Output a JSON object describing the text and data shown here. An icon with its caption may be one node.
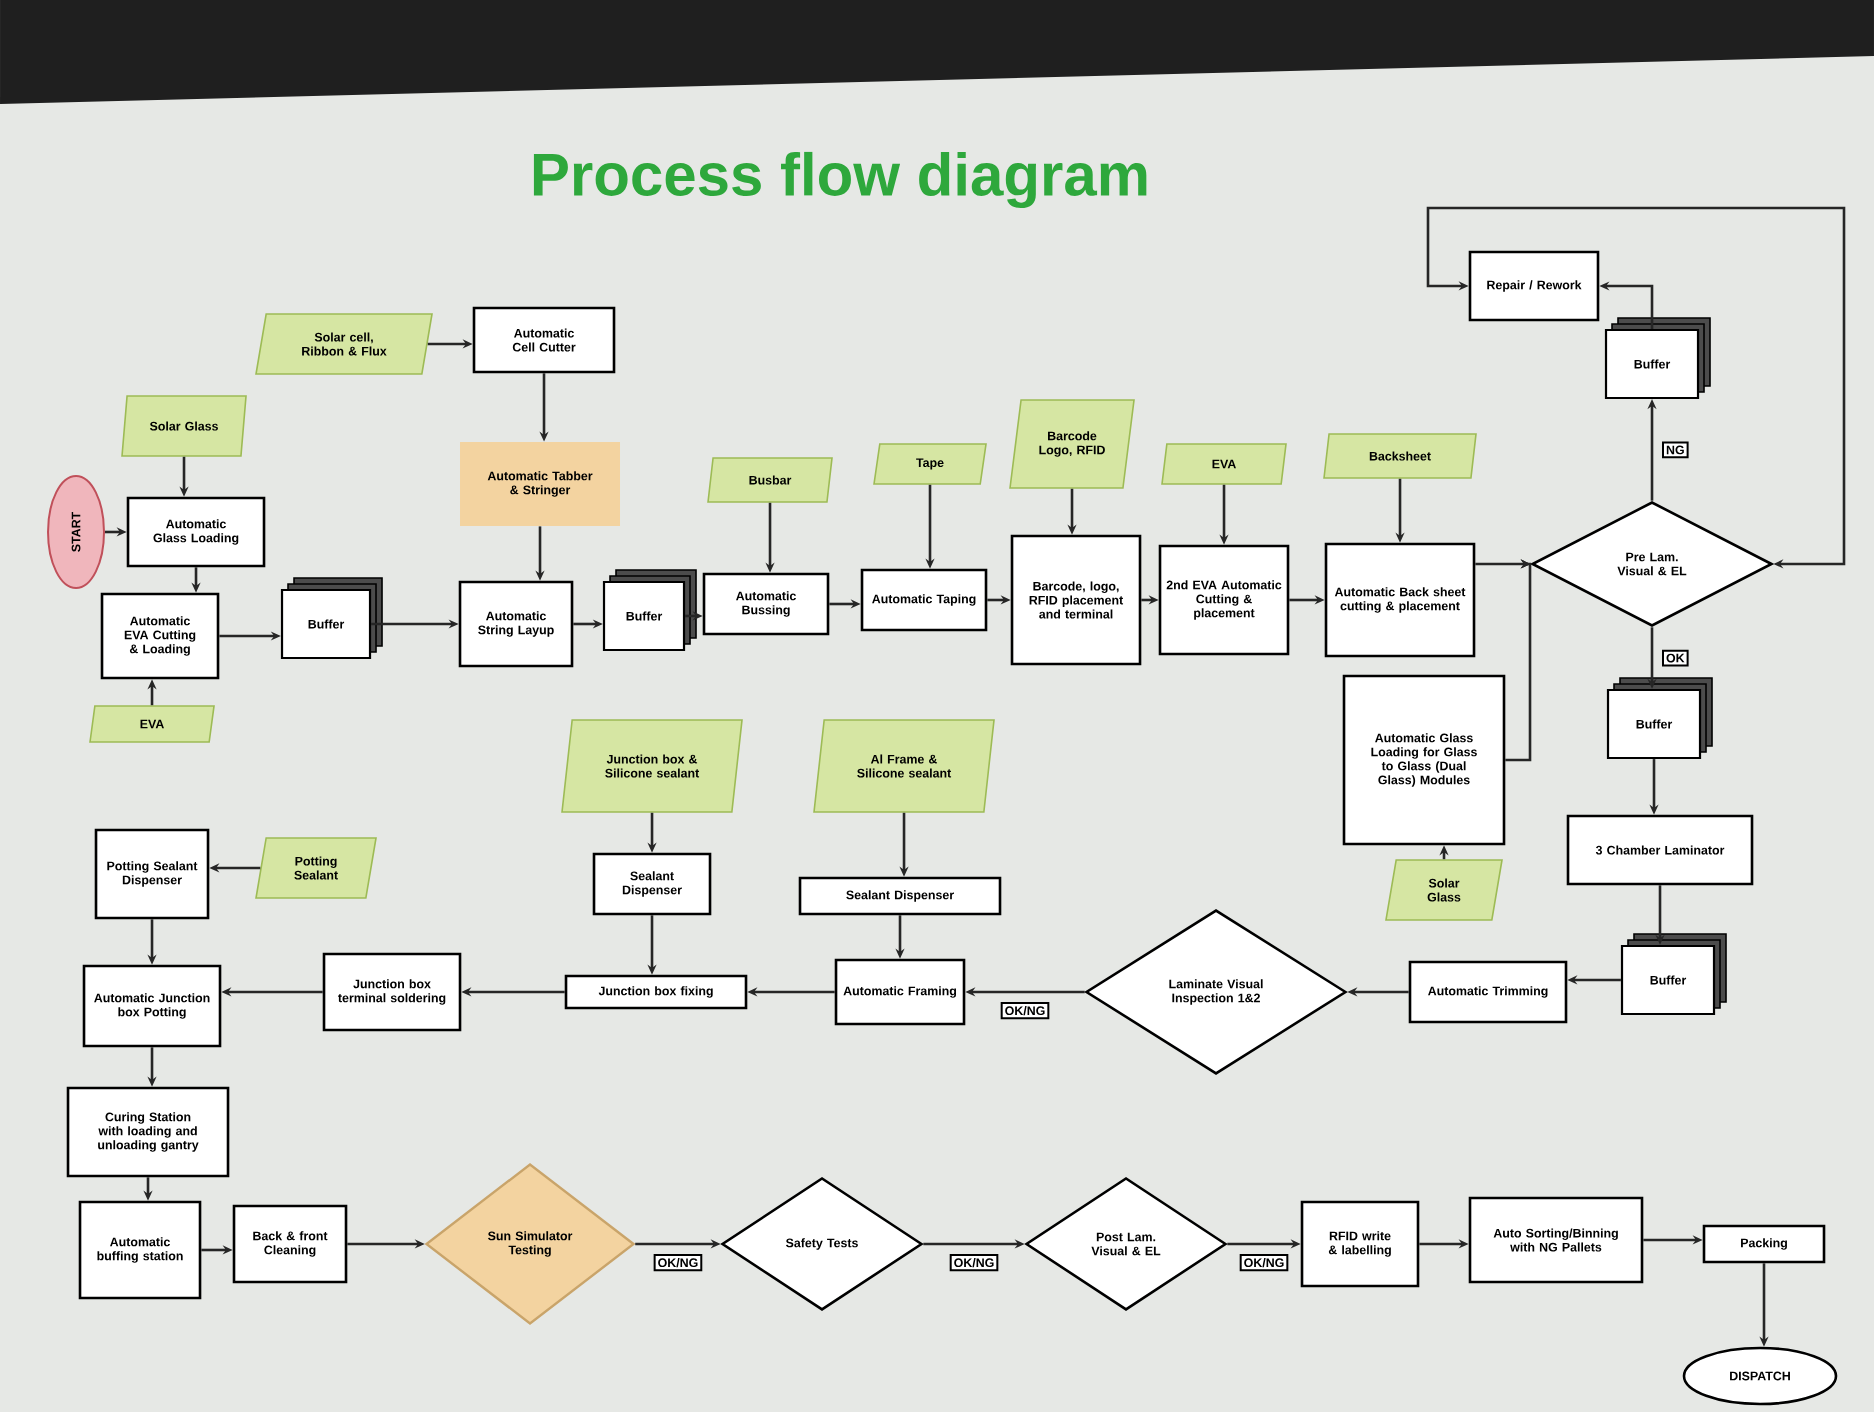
{
  "diagram": {
    "title": "Process flow diagram",
    "nodes": [
      {
        "text": [
          "START"
        ]
      },
      {
        "text": [
          "Solar cell, Ribbon & Flux"
        ]
      },
      {
        "text": [
          "Automatic Cell Cutter"
        ]
      },
      {
        "text": [
          "Solar Glass"
        ]
      },
      {
        "text": [
          "Automatic Glass Loading"
        ]
      },
      {
        "text": [
          "Automatic Tabber & Stringer"
        ]
      },
      {
        "text": [
          "Automatic EVA Cutting & Loading"
        ]
      },
      {
        "text": [
          "Buffer"
        ]
      },
      {
        "text": [
          "Automatic String Layup"
        ]
      },
      {
        "text": [
          "Buffer"
        ]
      },
      {
        "text": [
          "EVA"
        ]
      },
      {
        "text": [
          "Busbar"
        ]
      },
      {
        "text": [
          "Automatic Bussing"
        ]
      },
      {
        "text": [
          "Tape"
        ]
      },
      {
        "text": [
          "Automatic Taping"
        ]
      },
      {
        "text": [
          "Barcode Logo, RFID"
        ]
      },
      {
        "text": [
          "Barcode, logo, RFID placement and terminal"
        ]
      },
      {
        "text": [
          "EVA"
        ]
      },
      {
        "text": [
          "2nd EVA Automatic Cutting & placement"
        ]
      },
      {
        "text": [
          "Backsheet"
        ]
      },
      {
        "text": [
          "Automatic Back sheet cutting & placement"
        ]
      },
      {
        "text": [
          "Repair / Rework"
        ]
      },
      {
        "text": [
          "Buffer"
        ]
      },
      {
        "text": [
          "Pre Lam. Visual & EL"
        ]
      },
      {
        "text": [
          "Buffer"
        ]
      },
      {
        "text": [
          "Automatic Glass Loading for Glass to Glass (Dual Glass) Modules"
        ]
      },
      {
        "text": [
          "Solar Glass"
        ]
      },
      {
        "text": [
          "3 Chamber Laminator"
        ]
      },
      {
        "text": [
          "Junction box & Silicone sealant"
        ]
      },
      {
        "text": [
          "Al Frame & Silicone sealant"
        ]
      },
      {
        "text": [
          "Potting Sealant Dispenser"
        ]
      },
      {
        "text": [
          "Potting Sealant"
        ]
      },
      {
        "text": [
          "Sealant Dispenser"
        ]
      },
      {
        "text": [
          "Sealant Dispenser"
        ]
      },
      {
        "text": [
          "Buffer"
        ]
      },
      {
        "text": [
          "Automatic Trimming"
        ]
      },
      {
        "text": [
          "Laminate Visual Inspection 1&2"
        ]
      },
      {
        "text": [
          "Automatic Framing"
        ]
      },
      {
        "text": [
          "Junction box fixing"
        ]
      },
      {
        "text": [
          "Junction box terminal soldering"
        ]
      },
      {
        "text": [
          "Automatic Junction box Potting"
        ]
      },
      {
        "text": [
          "Curing Station with loading and unloading gantry"
        ]
      },
      {
        "text": [
          "Automatic buffing station"
        ]
      },
      {
        "text": [
          "Back & front Cleaning"
        ]
      },
      {
        "text": [
          "Sun Simulator Testing"
        ]
      },
      {
        "text": [
          "Safety Tests"
        ]
      },
      {
        "text": [
          "Post Lam. Visual & EL"
        ]
      },
      {
        "text": [
          "RFID write & labelling"
        ]
      },
      {
        "text": [
          "Auto Sorting/Binning with NG Pallets"
        ]
      },
      {
        "text": [
          "Packing"
        ]
      },
      {
        "text": [
          "DISPATCH"
        ]
      }
    ],
    "edges": [
      {
        "from": 0,
        "to": 4,
        "arrow": "to"
      },
      {
        "from": 3,
        "to": 4,
        "arrow": "to"
      },
      {
        "from": 4,
        "to": 6,
        "arrow": "to"
      },
      {
        "from": 10,
        "to": 6,
        "arrow": "to"
      },
      {
        "from": 6,
        "to": 7,
        "arrow": "to"
      },
      {
        "from": 7,
        "to": 8,
        "arrow": "to"
      },
      {
        "from": 1,
        "to": 2,
        "arrow": "to"
      },
      {
        "from": 2,
        "to": 5,
        "arrow": "to"
      },
      {
        "from": 5,
        "to": 8,
        "arrow": "to"
      },
      {
        "from": 8,
        "to": 9,
        "arrow": "to"
      },
      {
        "from": 9,
        "to": 12,
        "arrow": "to"
      },
      {
        "from": 11,
        "to": 12,
        "arrow": "to"
      },
      {
        "from": 12,
        "to": 14,
        "arrow": "to"
      },
      {
        "from": 13,
        "to": 14,
        "arrow": "to"
      },
      {
        "from": 14,
        "to": 16,
        "arrow": "to"
      },
      {
        "from": 15,
        "to": 16,
        "arrow": "to"
      },
      {
        "from": 16,
        "to": 18,
        "arrow": "to"
      },
      {
        "from": 17,
        "to": 18,
        "arrow": "to"
      },
      {
        "from": 18,
        "to": 20,
        "arrow": "to"
      },
      {
        "from": 19,
        "to": 20,
        "arrow": "to"
      },
      {
        "from": 20,
        "to": 23,
        "arrow": "to"
      },
      {
        "from": 25,
        "to": 23,
        "arrow": "to"
      },
      {
        "from": 26,
        "to": 25,
        "arrow": "to"
      },
      {
        "from": 23,
        "to": 22,
        "arrow": "to",
        "label": "NG"
      },
      {
        "from": 22,
        "to": 21,
        "arrow": "to"
      },
      {
        "from": 21,
        "to": 23,
        "arrow": "both"
      },
      {
        "from": 23,
        "to": 24,
        "arrow": "to",
        "label": "OK"
      },
      {
        "from": 24,
        "to": 27,
        "arrow": "to"
      },
      {
        "from": 27,
        "to": 34,
        "arrow": "to"
      },
      {
        "from": 34,
        "to": 35,
        "arrow": "to"
      },
      {
        "from": 35,
        "to": 36,
        "arrow": "to"
      },
      {
        "from": 36,
        "to": 37,
        "arrow": "to",
        "label": "OK/NG"
      },
      {
        "from": 29,
        "to": 33,
        "arrow": "to"
      },
      {
        "from": 33,
        "to": 37,
        "arrow": "to"
      },
      {
        "from": 37,
        "to": 38,
        "arrow": "to"
      },
      {
        "from": 28,
        "to": 32,
        "arrow": "to"
      },
      {
        "from": 32,
        "to": 38,
        "arrow": "to"
      },
      {
        "from": 38,
        "to": 39,
        "arrow": "to"
      },
      {
        "from": 39,
        "to": 40,
        "arrow": "to"
      },
      {
        "from": 31,
        "to": 30,
        "arrow": "to"
      },
      {
        "from": 30,
        "to": 40,
        "arrow": "to"
      },
      {
        "from": 40,
        "to": 41,
        "arrow": "to"
      },
      {
        "from": 41,
        "to": 42,
        "arrow": "to"
      },
      {
        "from": 42,
        "to": 43,
        "arrow": "to"
      },
      {
        "from": 43,
        "to": 44,
        "arrow": "to"
      },
      {
        "from": 44,
        "to": 45,
        "arrow": "to",
        "label": "OK/NG"
      },
      {
        "from": 45,
        "to": 46,
        "arrow": "to",
        "label": "OK/NG"
      },
      {
        "from": 46,
        "to": 47,
        "arrow": "to",
        "label": "OK/NG"
      },
      {
        "from": 47,
        "to": 48,
        "arrow": "to"
      },
      {
        "from": 48,
        "to": 49,
        "arrow": "to"
      },
      {
        "from": 49,
        "to": 50,
        "arrow": "to"
      }
    ]
  }
}
